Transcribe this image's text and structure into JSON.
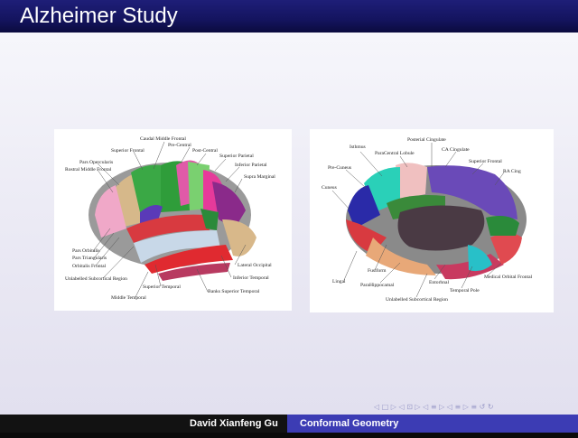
{
  "slide": {
    "title": "Alzheimer Study"
  },
  "left_figure": {
    "labels": [
      "Caudal Middle Frontal",
      "Pre-Central",
      "Superior Frontal",
      "Post-Central",
      "Superior Parietal",
      "Inferior Parietal",
      "Supra Marginal",
      "Pars Opercularis",
      "Rostral Middle Frontal",
      "Pars Orbitalis",
      "Pars Triangularis",
      "Orbitalis Frontal",
      "Unlabelled Subcortical Region",
      "Superior Temporal",
      "Middle Temporal",
      "Lateral Occipital",
      "Inferior Temporal",
      "Banks Superior Temporal"
    ]
  },
  "right_figure": {
    "labels": [
      "Posterial Cingulate",
      "Isthmus",
      "ParaCentral Lobule",
      "CA Cingulate",
      "Superior Frontal",
      "RA Cing",
      "Pre-Cuneus",
      "Cuneus",
      "Fusiform",
      "Lingal",
      "ParaHippocamal",
      "Entorhnal",
      "Temporal Pole",
      "Medical Orbital Frontal",
      "Unlabelled Subcortical Region"
    ]
  },
  "navigation": {
    "symbols": "◁ □ ▷ ◁ ⊡ ▷ ◁ ≡ ▷ ◁ ≡ ▷ ≡ ↺ ↻"
  },
  "footer": {
    "author": "David Xianfeng Gu",
    "talk_title": "Conformal Geometry"
  }
}
